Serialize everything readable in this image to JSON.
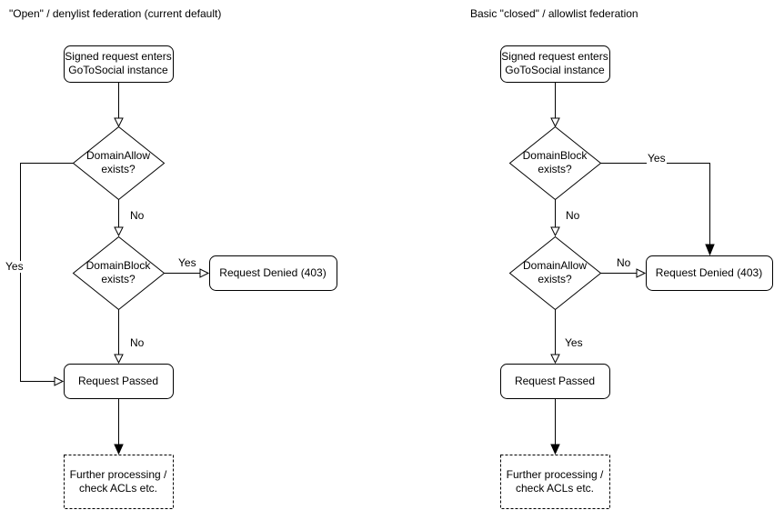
{
  "canvas": {
    "background_color": "#ffffff",
    "stroke_color": "#000000",
    "text_color": "#000000"
  },
  "charts": [
    {
      "title": "\"Open\" / denylist federation (current default)",
      "nodes": {
        "start": {
          "line1": "Signed request enters",
          "line2": "GoToSocial instance"
        },
        "decision1": {
          "line1": "DomainAllow",
          "line2": "exists?"
        },
        "decision2": {
          "line1": "DomainBlock",
          "line2": "exists?"
        },
        "denied": "Request Denied (403)",
        "passed": "Request Passed",
        "further": {
          "line1": "Further processing /",
          "line2": "check ACLs etc."
        }
      },
      "edge_labels": {
        "decision1_no": "No",
        "decision1_yes": "Yes",
        "decision2_yes": "Yes",
        "decision2_no": "No"
      }
    },
    {
      "title": "Basic \"closed\" / allowlist federation",
      "nodes": {
        "start": {
          "line1": "Signed request enters",
          "line2": "GoToSocial instance"
        },
        "decision1": {
          "line1": "DomainBlock",
          "line2": "exists?"
        },
        "decision2": {
          "line1": "DomainAllow",
          "line2": "exists?"
        },
        "denied": "Request Denied (403)",
        "passed": "Request Passed",
        "further": {
          "line1": "Further processing /",
          "line2": "check ACLs etc."
        }
      },
      "edge_labels": {
        "decision1_yes": "Yes",
        "decision1_no": "No",
        "decision2_no": "No",
        "decision2_yes": "Yes"
      }
    }
  ]
}
